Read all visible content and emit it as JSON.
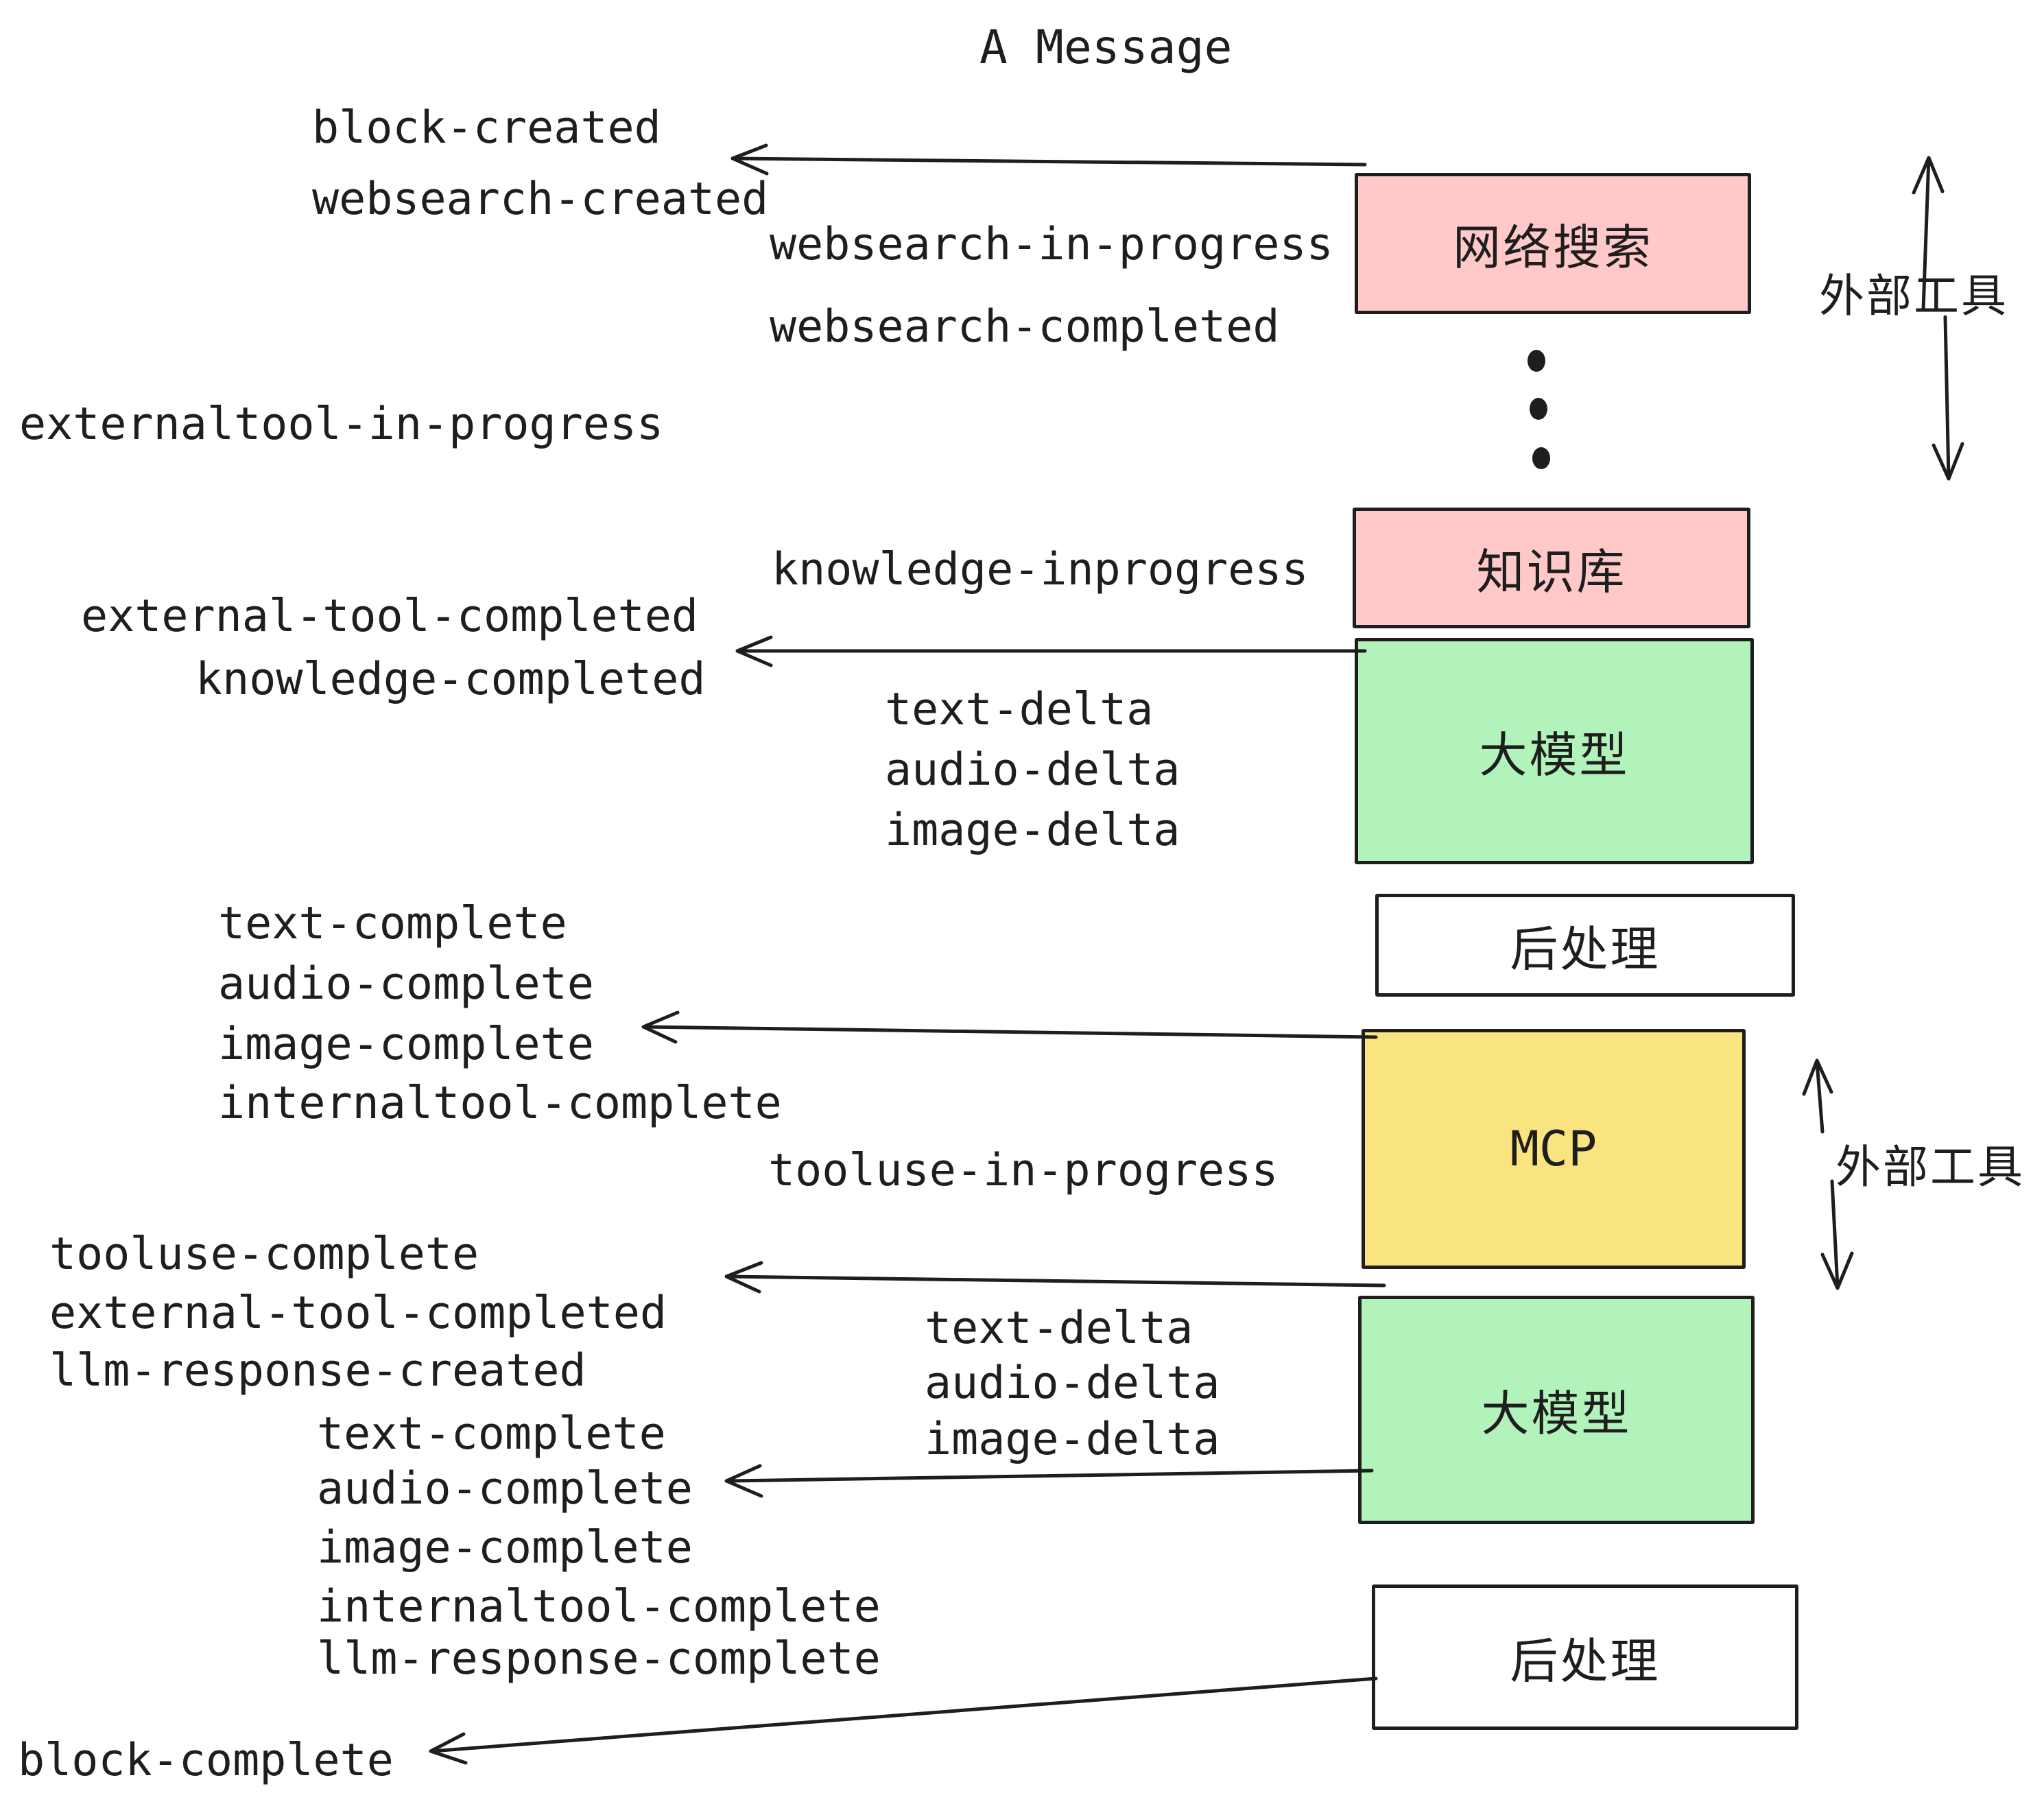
{
  "title": "A Message",
  "colors": {
    "ink": "#1e1e1e",
    "pink": "#ffc9c9",
    "green": "#b2f2bb",
    "yellow": "#fae47f",
    "white": "#ffffff"
  },
  "boxes": [
    {
      "label": "网络搜索",
      "color": "pink"
    },
    {
      "label": "知识库",
      "color": "pink"
    },
    {
      "label": "大模型",
      "color": "green"
    },
    {
      "label": "后处理",
      "color": "white"
    },
    {
      "label": "MCP",
      "color": "yellow"
    },
    {
      "label": "大模型",
      "color": "green"
    },
    {
      "label": "后处理",
      "color": "white"
    }
  ],
  "side_labels": {
    "external_tools_top": "外部工具",
    "external_tools_bottom": "外部工具"
  },
  "events": {
    "block_created": "block-created",
    "websearch_created": "websearch-created",
    "websearch_in_progress": "websearch-in-progress",
    "websearch_completed": "websearch-completed",
    "externaltool_in_progress": "externaltool-in-progress",
    "knowledge_inprogress": "knowledge-inprogress",
    "external_tool_completed_1": "external-tool-completed",
    "knowledge_completed": "knowledge-completed",
    "text_delta_1": "text-delta",
    "audio_delta_1": "audio-delta",
    "image_delta_1": "image-delta",
    "text_complete_1": "text-complete",
    "audio_complete_1": "audio-complete",
    "image_complete_1": "image-complete",
    "internaltool_complete_1": "internaltool-complete",
    "tooluse_in_progress": "tooluse-in-progress",
    "tooluse_complete": "tooluse-complete",
    "external_tool_completed_2": "external-tool-completed",
    "llm_response_created": "llm-response-created",
    "text_delta_2": "text-delta",
    "audio_delta_2": "audio-delta",
    "image_delta_2": "image-delta",
    "text_complete_2": "text-complete",
    "audio_complete_2": "audio-complete",
    "image_complete_2": "image-complete",
    "internaltool_complete_2": "internaltool-complete",
    "llm_response_complete": "llm-response-complete",
    "block_complete": "block-complete"
  }
}
